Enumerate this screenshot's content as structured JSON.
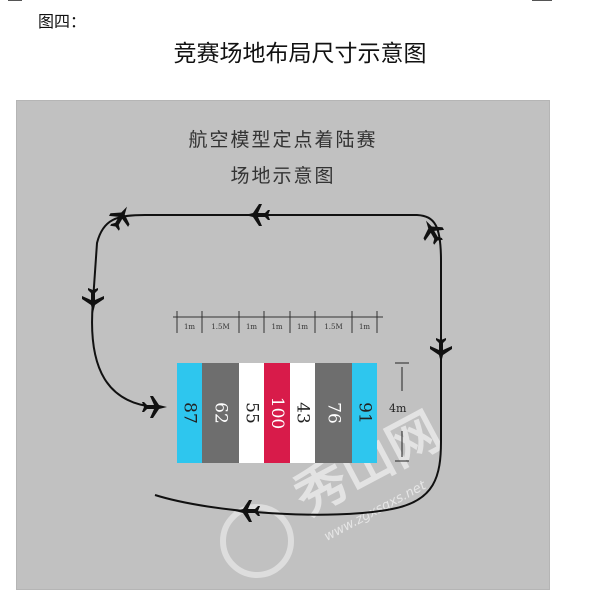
{
  "figure_label": "图四：",
  "page_title": "竞赛场地布局尺寸示意图",
  "panel": {
    "title_line1": "航空模型定点着陆赛",
    "title_line2": "场地示意图"
  },
  "zones": [
    {
      "score": "87",
      "color": "#2ec6ee",
      "text_color": "#222222"
    },
    {
      "score": "62",
      "color": "#6e6e6e",
      "text_color": "#ffffff"
    },
    {
      "score": "55",
      "color": "#ffffff",
      "text_color": "#222222"
    },
    {
      "score": "100",
      "color": "#d81b4a",
      "text_color": "#ffffff"
    },
    {
      "score": "43",
      "color": "#ffffff",
      "text_color": "#222222"
    },
    {
      "score": "76",
      "color": "#6e6e6e",
      "text_color": "#ffffff"
    },
    {
      "score": "91",
      "color": "#2ec6ee",
      "text_color": "#222222"
    }
  ],
  "ruler_labels": [
    "1m",
    "1.5M",
    "1m",
    "1m",
    "1m",
    "1.5M",
    "1m"
  ],
  "height_label": "4m",
  "watermark": {
    "text": "秀山网",
    "url": "www.zgxsqxs.net"
  }
}
